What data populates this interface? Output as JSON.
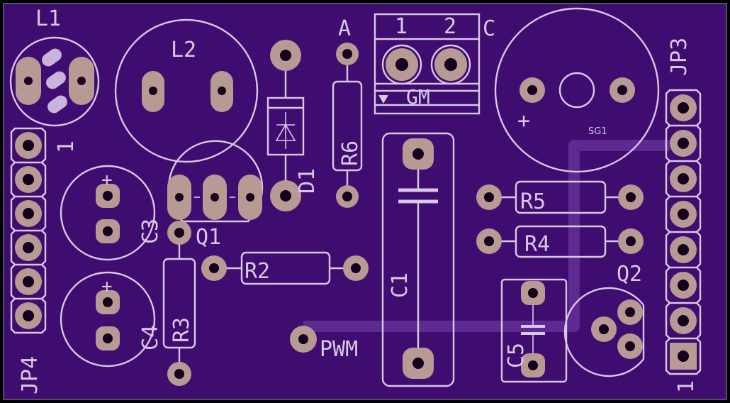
{
  "board": {
    "colors": {
      "substrate": "#3f0c6f",
      "outline": "#5a4a6a",
      "silkscreen": "#d8c8e6",
      "copper_pad": "#b89a94",
      "drill": "#14001e",
      "trace": "#5e2a92"
    }
  },
  "labels": {
    "L1": "L1",
    "L2": "L2",
    "A": "A",
    "C": "C",
    "term1": "1",
    "term2": "2",
    "GM": "GM",
    "JP3": "JP3",
    "JP3_pin1": "1",
    "JP4": "JP4",
    "JP4_pin1": "1",
    "R6": "R6",
    "D1": "D1",
    "C3": "C3",
    "Q1": "Q1",
    "C1": "C1",
    "R5": "R5",
    "R4": "R4",
    "R2": "R2",
    "R3": "R3",
    "C4": "C4",
    "C5": "C5",
    "Q2": "Q2",
    "SG1": "SG1",
    "PWM": "PWM",
    "plus": "+"
  }
}
